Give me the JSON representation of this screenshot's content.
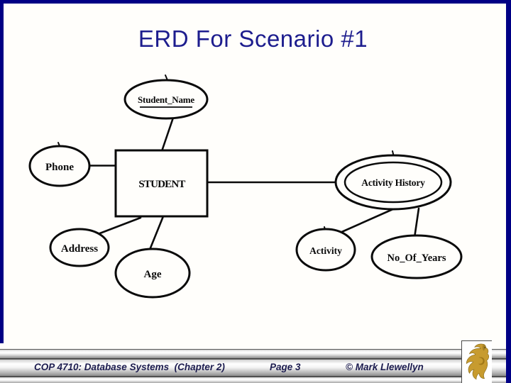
{
  "slide": {
    "title": "ERD For Scenario #1"
  },
  "colors": {
    "frame_border": "#000085",
    "title_text": "#1d1d8e",
    "footer_text": "#1c1c4f",
    "diagram_ink": "#0a0a0a",
    "logo_gold": "#c79b2f"
  },
  "diagram": {
    "entity": {
      "label": "STUDENT"
    },
    "attributes": {
      "student_name": {
        "label": "Student_Name",
        "primary_key": true
      },
      "phone": {
        "label": "Phone"
      },
      "address": {
        "label": "Address"
      },
      "age": {
        "label": "Age"
      },
      "activity_history": {
        "label": "Activity History",
        "multivalued": true
      },
      "activity": {
        "label": "Activity"
      },
      "no_of_years": {
        "label": "No_Of_Years"
      }
    }
  },
  "footer": {
    "course": "COP 4710: Database Systems  (Chapter 2)",
    "page": "Page 3",
    "copyright": "© Mark Llewellyn",
    "logo_icon": "ucf-pegasus-icon"
  }
}
